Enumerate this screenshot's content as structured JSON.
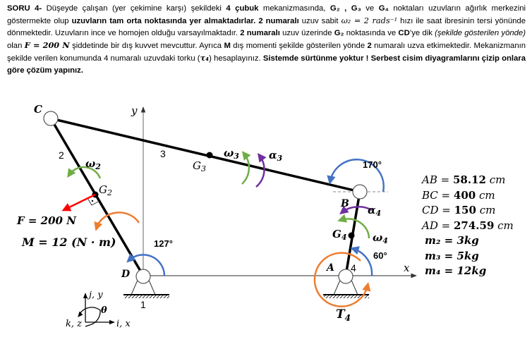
{
  "problem": {
    "label": "SORU 4-",
    "p1": " Düşeyde çalışan (yer çekimine karşı) şekildeki ",
    "b1": "4 çubuk",
    "p2": " mekanizmasında, ",
    "g_points": "G₂ , G₃",
    "p3": " ve ",
    "g4": "G₄",
    "p4": " noktaları uzuvların ağırlık merkezini göstermekte olup ",
    "b2": "uzuvların tam orta noktasında yer almaktadırlar. 2 numaralı",
    "p5": " uzuv sabit ",
    "omega2_eq": "ω₂ = 2 rads⁻¹",
    "p6": " hızı ile saat ibresinin tersi yönünde dönmektedir. Uzuvların ince ve homojen olduğu varsayılmaktadır. ",
    "b3": "2 numaralı",
    "p7": " uzuv üzerinde ",
    "g2": "G₂",
    "p8": " noktasında ve ",
    "cd": "CD",
    "p9": "’ye dik ",
    "i1": "(şekilde gösterilen yönde)",
    "p10": " olan ",
    "f_eq": "F = 200 N",
    "p11": " şiddetinde bir dış kuvvet mevcuttur. Ayrıca ",
    "m": "M",
    "p12": " dış momenti şekilde gösterilen yönde ",
    "b4": "2",
    "p13": " numaralı uzva etkimektedir. Mekanizmanın şekilde verilen konumunda 4 numaralı uzuvdaki torku (",
    "tau": "τ₄",
    "p14": ") hesaplayınız. ",
    "b5": "Sistemde sürtünme yoktur ! Serbest cisim diyagramlarını çizip onlara göre çözüm yapınız."
  },
  "diagram": {
    "points": {
      "C": "C",
      "D": "D",
      "B": "B",
      "A": "A",
      "G2": "G",
      "G2_sub": "2",
      "G3": "G",
      "G3_sub": "3",
      "G4": "G",
      "G4_sub": "4"
    },
    "link_numbers": {
      "l1": "1",
      "l2": "2",
      "l3": "3",
      "l4": "4"
    },
    "axes": {
      "x": "x",
      "y": "y"
    },
    "angles": {
      "theta2": "127°",
      "theta3": "170°",
      "theta4": "60°"
    },
    "symbols": {
      "omega2": "ω",
      "omega2_sub": "2",
      "omega3": "ω",
      "omega3_sub": "3",
      "alpha3": "α",
      "alpha3_sub": "3",
      "omega4": "ω",
      "omega4_sub": "4",
      "alpha4": "α",
      "alpha4_sub": "4",
      "torque": "T",
      "torque_sub": "4"
    },
    "force_label": "F = 200 N",
    "moment_label": "M = 12 (N · m)",
    "frame": {
      "jy": "j, y",
      "ix": "i, x",
      "kz": "k, z",
      "theta": "θ"
    },
    "colors": {
      "angle": "#4472c4",
      "omega": "#70ad47",
      "alpha": "#7030a0",
      "moment": "#ed7d31",
      "force": "#ff0000"
    }
  },
  "given": {
    "AB": {
      "key": "AB",
      "eq": " = ",
      "val": "58.12",
      "unit": " cm"
    },
    "BC": {
      "key": "BC",
      "eq": " = ",
      "val": "400",
      "unit": " cm"
    },
    "CD": {
      "key": "CD",
      "eq": " = ",
      "val": "150",
      "unit": " cm"
    },
    "AD": {
      "key": "AD",
      "eq": " = ",
      "val": "274.59",
      "unit": " cm"
    },
    "m2": "m₂ = 3kg",
    "m3": "m₃ = 5kg",
    "m4": "m₄ = 12kg"
  }
}
